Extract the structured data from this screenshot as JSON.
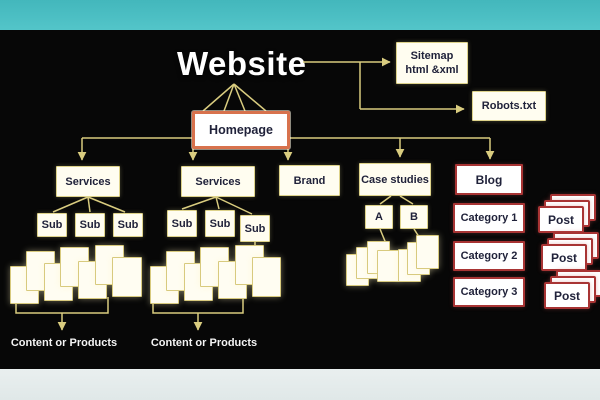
{
  "title": "Website",
  "nodes": {
    "homepage": "Homepage",
    "sitemap": {
      "line1": "Sitemap",
      "line2": "html &xml"
    },
    "robots": "Robots.txt"
  },
  "sections": {
    "services1": {
      "label": "Services",
      "subs": [
        "Sub",
        "Sub",
        "Sub"
      ]
    },
    "services2": {
      "label": "Services",
      "subs": [
        "Sub",
        "Sub",
        "Sub"
      ]
    },
    "brand": {
      "label": "Brand"
    },
    "case_studies": {
      "label": "Case studies",
      "subs": [
        "A",
        "B"
      ]
    },
    "blog": {
      "label": "Blog",
      "categories": [
        "Category 1",
        "Category 2",
        "Category 3"
      ],
      "posts": [
        "Post",
        "Post",
        "Post"
      ]
    }
  },
  "captions": [
    "Content or Products",
    "Content or Products"
  ],
  "colors": {
    "top_bar": "#4abfc4",
    "bottom_bar": "#e4eaea",
    "background": "#070707",
    "connector": "#d9cc7f",
    "cream_fill": "#fffdf0",
    "red_border": "#a83434",
    "homepage_border": "#d8724d",
    "text_dark": "#20223a",
    "text_light": "#ffffff"
  }
}
